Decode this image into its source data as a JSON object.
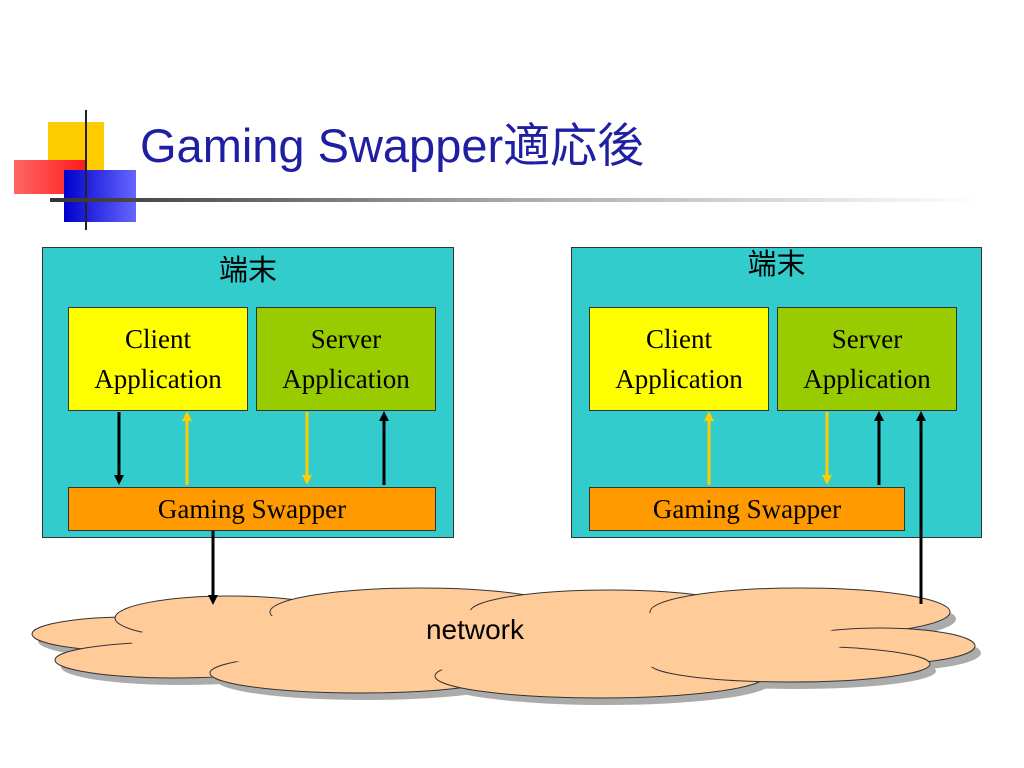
{
  "slide": {
    "title": "Gaming Swapper適応後"
  },
  "terminals": [
    {
      "label": "端末",
      "client": [
        "Client",
        "Application"
      ],
      "server": [
        "Server",
        "Application"
      ],
      "swapper": "Gaming Swapper"
    },
    {
      "label": "端末",
      "client": [
        "Client",
        "Application"
      ],
      "server": [
        "Server",
        "Application"
      ],
      "swapper": "Gaming Swapper"
    }
  ],
  "network": {
    "label": "network"
  },
  "colors": {
    "title": "#1f1fa3",
    "terminal": "#33cccc",
    "client": "#ffff00",
    "server": "#99cc00",
    "swapper": "#ff9900",
    "cloud": "#ffcc99",
    "arrow_black": "#000000",
    "arrow_yellow": "#ffcc00"
  }
}
